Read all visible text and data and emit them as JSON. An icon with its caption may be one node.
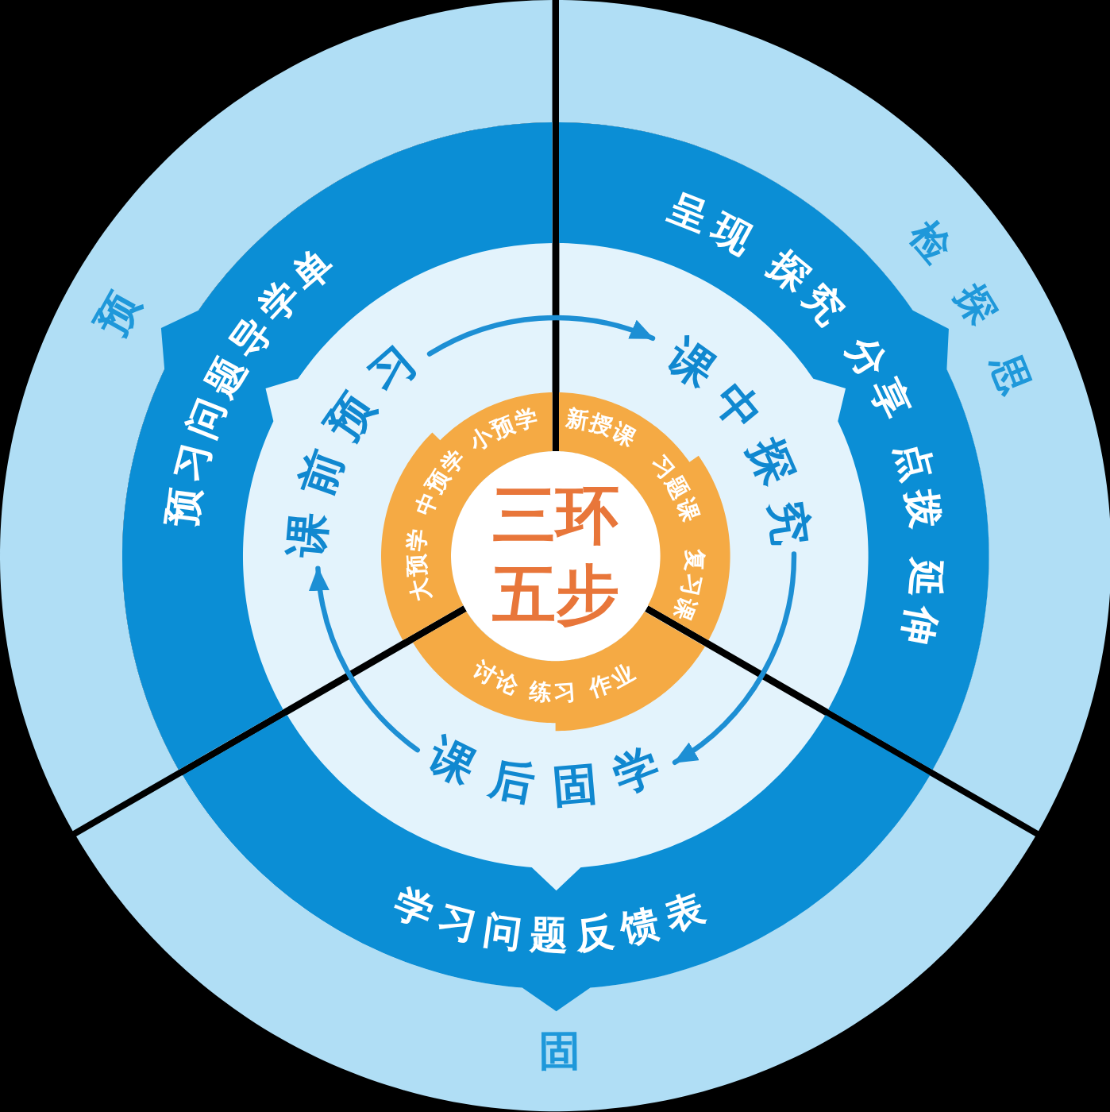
{
  "diagram": {
    "nodes": [
      {
        "text": [
          "三环五步"
        ]
      },
      {
        "text": [
          "大预学",
          "中预学",
          "小预学"
        ]
      },
      {
        "text": [
          "新授课",
          "习题课",
          "复习课"
        ]
      },
      {
        "text": [
          "讨论",
          "练习",
          "作业"
        ]
      },
      {
        "text": [
          "课前预习"
        ]
      },
      {
        "text": [
          "课中探究"
        ]
      },
      {
        "text": [
          "课后固学"
        ]
      },
      {
        "text": [
          "预习问题导学单"
        ]
      },
      {
        "text": [
          "呈现",
          "探究",
          "分享",
          "点拨",
          "延伸"
        ]
      },
      {
        "text": [
          "学习问题反馈表"
        ]
      },
      {
        "text": [
          "预"
        ]
      },
      {
        "text": [
          "检探思"
        ]
      },
      {
        "text": [
          "固"
        ]
      }
    ],
    "edges": [
      {
        "from": 4,
        "to": 5,
        "arrow": "to"
      },
      {
        "from": 5,
        "to": 6,
        "arrow": "to"
      },
      {
        "from": 6,
        "to": 4,
        "arrow": "to"
      }
    ]
  }
}
